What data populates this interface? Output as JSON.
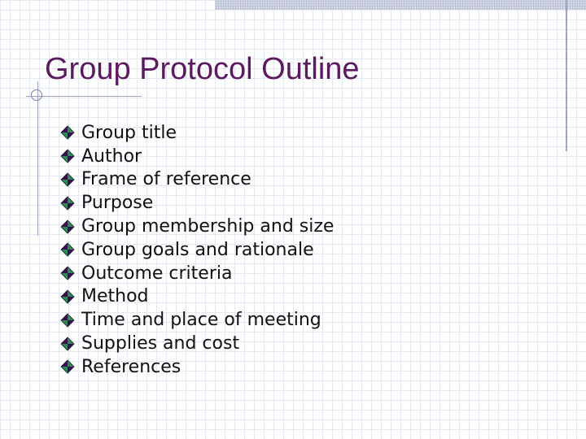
{
  "slide": {
    "title": "Group Protocol Outline",
    "bullet_icon": "diamond-bullet-icon",
    "items": [
      "Group title",
      "Author",
      "Frame of reference",
      "Purpose",
      "Group membership and size",
      "Group goals and rationale",
      "Outcome criteria",
      "Method",
      "Time and place of meeting",
      "Supplies and cost",
      "References"
    ]
  },
  "colors": {
    "title": "#5c1a60",
    "bullet_dark": "#3a1050",
    "bullet_light": "#2e8b57",
    "text": "#111111",
    "grid": "#e4e8f0"
  }
}
